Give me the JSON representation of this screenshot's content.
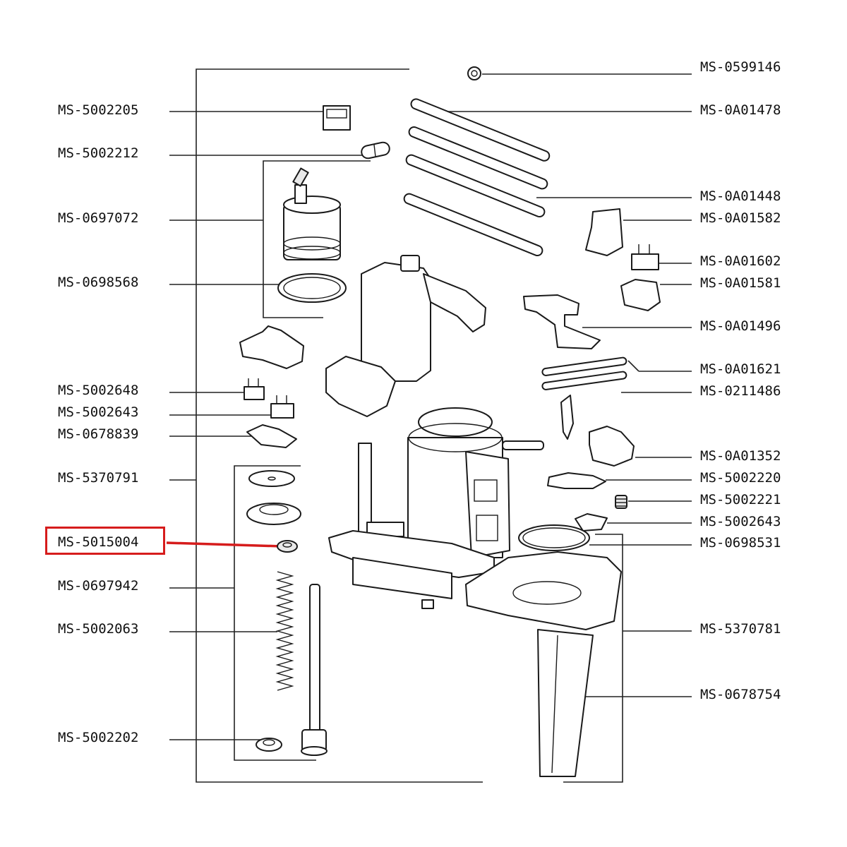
{
  "diagram": {
    "highlight_color": "#d61c1c",
    "highlighted_part": "MS-5015004",
    "labels_left": [
      {
        "id": "MS-5002205"
      },
      {
        "id": "MS-5002212"
      },
      {
        "id": "MS-0697072"
      },
      {
        "id": "MS-0698568"
      },
      {
        "id": "MS-5002648"
      },
      {
        "id": "MS-5002643"
      },
      {
        "id": "MS-0678839"
      },
      {
        "id": "MS-5370791"
      },
      {
        "id": "MS-5015004"
      },
      {
        "id": "MS-0697942"
      },
      {
        "id": "MS-5002063"
      },
      {
        "id": "MS-5002202"
      }
    ],
    "labels_right": [
      {
        "id": "MS-0599146"
      },
      {
        "id": "MS-0A01478"
      },
      {
        "id": "MS-0A01448"
      },
      {
        "id": "MS-0A01582"
      },
      {
        "id": "MS-0A01602"
      },
      {
        "id": "MS-0A01581"
      },
      {
        "id": "MS-0A01496"
      },
      {
        "id": "MS-0A01621"
      },
      {
        "id": "MS-0211486"
      },
      {
        "id": "MS-0A01352"
      },
      {
        "id": "MS-5002220"
      },
      {
        "id": "MS-5002221"
      },
      {
        "id": "MS-5002643"
      },
      {
        "id": "MS-0698531"
      },
      {
        "id": "MS-5370781"
      },
      {
        "id": "MS-0678754"
      }
    ]
  }
}
